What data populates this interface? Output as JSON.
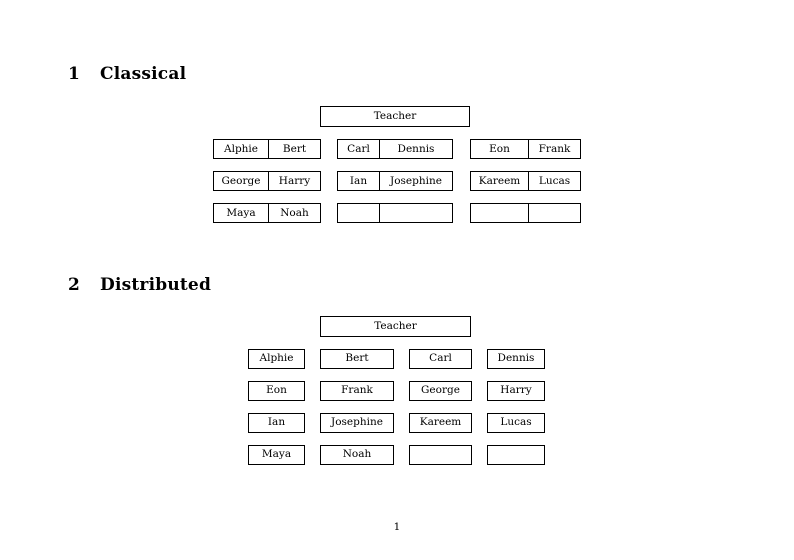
{
  "document": {
    "page_number": "1"
  },
  "sections": [
    {
      "number": "1",
      "title": "Classical",
      "root": {
        "label": "Teacher"
      },
      "layout": "three-groups-of-two-columns",
      "groups": [
        {
          "id": "group-1",
          "rows": [
            {
              "cells": [
                "Alphie",
                "Bert"
              ]
            },
            {
              "cells": [
                "George",
                "Harry"
              ]
            },
            {
              "cells": [
                "Maya",
                "Noah"
              ]
            }
          ]
        },
        {
          "id": "group-2",
          "rows": [
            {
              "cells": [
                "Carl",
                "Dennis"
              ]
            },
            {
              "cells": [
                "Ian",
                "Josephine"
              ]
            },
            {
              "cells": [
                "",
                ""
              ]
            }
          ]
        },
        {
          "id": "group-3",
          "rows": [
            {
              "cells": [
                "Eon",
                "Frank"
              ]
            },
            {
              "cells": [
                "Kareem",
                "Lucas"
              ]
            },
            {
              "cells": [
                "",
                ""
              ]
            }
          ]
        }
      ]
    },
    {
      "number": "2",
      "title": "Distributed",
      "root": {
        "label": "Teacher"
      },
      "layout": "four-columns",
      "rows": [
        {
          "cells": [
            "Alphie",
            "Bert",
            "Carl",
            "Dennis"
          ]
        },
        {
          "cells": [
            "Eon",
            "Frank",
            "George",
            "Harry"
          ]
        },
        {
          "cells": [
            "Ian",
            "Josephine",
            "Kareem",
            "Lucas"
          ]
        },
        {
          "cells": [
            "Maya",
            "Noah",
            "",
            ""
          ]
        }
      ]
    }
  ],
  "colors": {
    "page_background": "#ffffff",
    "text": "#000000",
    "border": "#000000"
  }
}
